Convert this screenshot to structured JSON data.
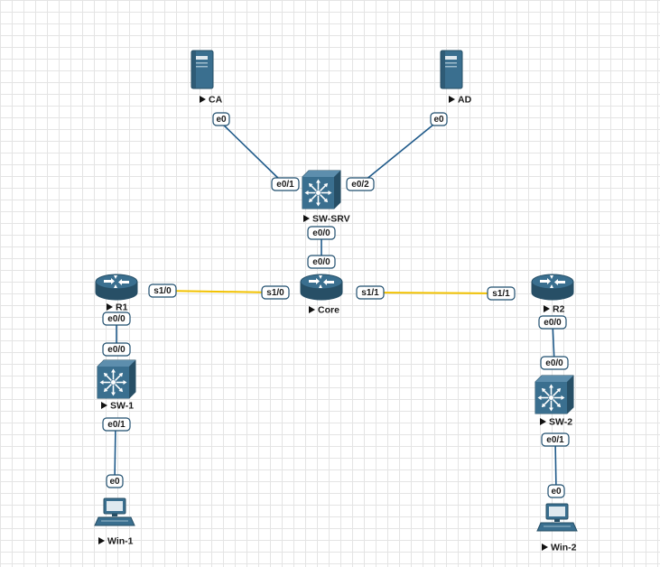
{
  "colors": {
    "ethernet_link": "#1f5a8a",
    "serial_link": "#f2c200",
    "device_body": "#3a6f8f",
    "device_dark": "#274f66",
    "grid": "#e4e4e4"
  },
  "nodes": [
    {
      "id": "ca",
      "label": "CA",
      "icon": "server-icon"
    },
    {
      "id": "ad",
      "label": "AD",
      "icon": "server-icon"
    },
    {
      "id": "sw-srv",
      "label": "SW-SRV",
      "icon": "layer3-switch-icon"
    },
    {
      "id": "core",
      "label": "Core",
      "icon": "router-icon"
    },
    {
      "id": "r1",
      "label": "R1",
      "icon": "router-icon"
    },
    {
      "id": "r2",
      "label": "R2",
      "icon": "router-icon"
    },
    {
      "id": "sw-1",
      "label": "SW-1",
      "icon": "layer3-switch-icon"
    },
    {
      "id": "sw-2",
      "label": "SW-2",
      "icon": "layer3-switch-icon"
    },
    {
      "id": "win-1",
      "label": "Win-1",
      "icon": "workstation-icon"
    },
    {
      "id": "win-2",
      "label": "Win-2",
      "icon": "workstation-icon"
    }
  ],
  "links": [
    {
      "id": "ca-swsrv",
      "type": "ethernet",
      "ports": [
        "e0",
        "e0/1"
      ]
    },
    {
      "id": "ad-swsrv",
      "type": "ethernet",
      "ports": [
        "e0",
        "e0/2"
      ]
    },
    {
      "id": "swsrv-core",
      "type": "ethernet",
      "ports": [
        "e0/0",
        "e0/0"
      ]
    },
    {
      "id": "r1-core",
      "type": "serial",
      "ports": [
        "s1/0",
        "s1/0"
      ]
    },
    {
      "id": "core-r2",
      "type": "serial",
      "ports": [
        "s1/1",
        "s1/1"
      ]
    },
    {
      "id": "r1-sw1",
      "type": "ethernet",
      "ports": [
        "e0/0",
        "e0/0"
      ]
    },
    {
      "id": "sw1-win1",
      "type": "ethernet",
      "ports": [
        "e0/1",
        "e0"
      ]
    },
    {
      "id": "r2-sw2",
      "type": "ethernet",
      "ports": [
        "e0/0",
        "e0/0"
      ]
    },
    {
      "id": "sw2-win2",
      "type": "ethernet",
      "ports": [
        "e0/1",
        "e0"
      ]
    }
  ]
}
